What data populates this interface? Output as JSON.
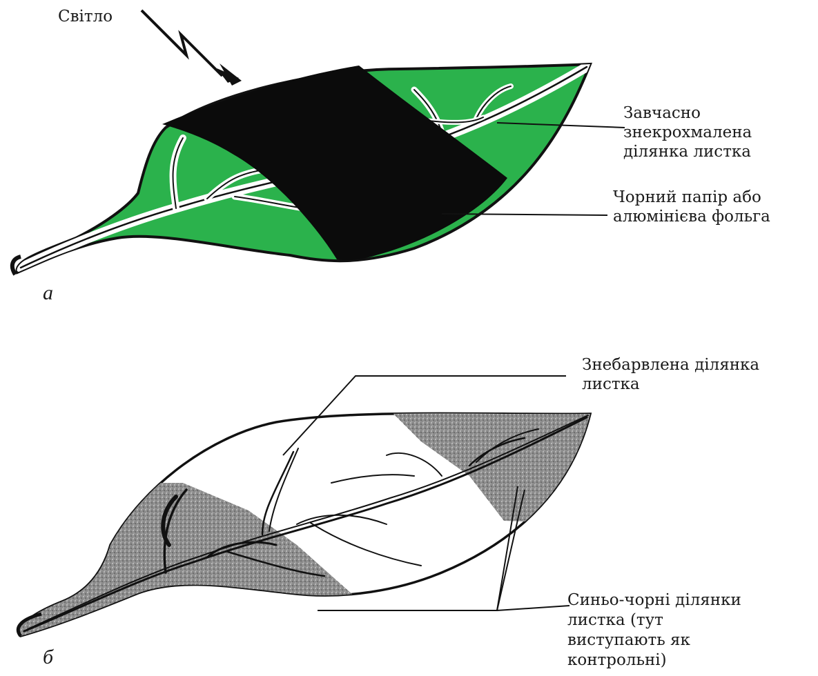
{
  "panel_a": {
    "letter": "а",
    "light_label": "Світло",
    "destarched_label": [
      "Завчасно",
      "знекрохмалена",
      "ділянка листка"
    ],
    "foil_label": [
      "Чорний папір або",
      "алюмінієва фольга"
    ]
  },
  "panel_b": {
    "letter": "б",
    "decolorized_label": [
      "Знебарвлена ділянка",
      "листка"
    ],
    "blueblack_label": [
      "Синьо-чорні ділянки",
      "листка (тут",
      "виступають як",
      "контрольні)"
    ]
  },
  "colors": {
    "leaf_green": "#2bb24c",
    "foil_black": "#0b0b0b",
    "stain_gray": "#8c8c8c",
    "ink": "#111111"
  },
  "icons": [
    "light-arrow-icon"
  ]
}
